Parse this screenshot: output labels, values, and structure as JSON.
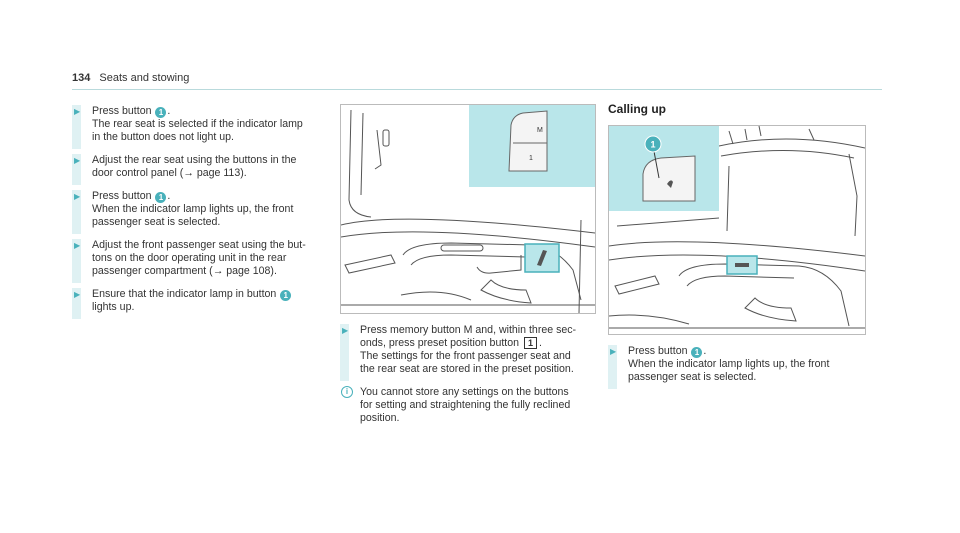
{
  "header": {
    "page_number": "134",
    "section": "Seats and stowing"
  },
  "left_steps": [
    {
      "line1_pre": "Press button ",
      "badge": "1",
      "line1_post": ".",
      "rest": [
        "The rear seat is selected if the indicator lamp",
        "in the button does not light up."
      ]
    },
    {
      "rest": [
        "Adjust the rear seat using the buttons in the",
        "door control panel (→ page 113)."
      ]
    },
    {
      "line1_pre": "Press button ",
      "badge": "1",
      "line1_post": ".",
      "rest": [
        "When the indicator lamp lights up, the front",
        "passenger seat is selected."
      ]
    },
    {
      "rest": [
        "Adjust the front passenger seat using the but-",
        "tons on the door operating unit in the rear",
        "passenger compartment (→ page 108)."
      ]
    },
    {
      "line1_pre": "Ensure that the indicator lamp in button ",
      "badge": "1",
      "rest": [
        "lights up."
      ]
    }
  ],
  "middle": {
    "figure_labels": {
      "m": "M",
      "one": "1"
    },
    "step": {
      "line1": "Press memory button M and, within three sec-",
      "line2_pre": "onds, press preset position button ",
      "key": "1",
      "line2_post": ".",
      "line3": "The settings for the front passenger seat and",
      "line4": "the rear seat are stored in the preset position."
    },
    "info": {
      "icon": "i",
      "lines": [
        "You cannot store any settings on the buttons",
        "for setting and straightening the fully reclined",
        "position."
      ]
    }
  },
  "right": {
    "heading": "Calling up",
    "figure_badge": "1",
    "step": {
      "line1_pre": "Press button ",
      "badge": "1",
      "line1_post": ".",
      "lines": [
        "When the indicator lamp lights up, the front",
        "passenger seat is selected."
      ]
    }
  },
  "colors": {
    "accent": "#49b1bb",
    "highlight": "#b9e6ea",
    "bar": "#dff1f3"
  }
}
